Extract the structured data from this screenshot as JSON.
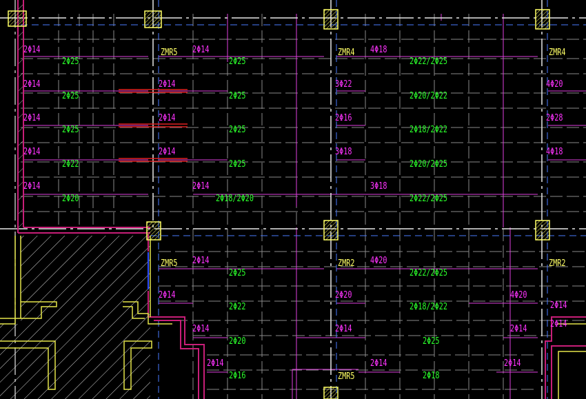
{
  "colors": {
    "background": "#000000",
    "rebar_green": "#2bff2b",
    "rebar_magenta": "#ff33ff",
    "column_yellow": "#ffff66",
    "wall_magenta": "#c81e78",
    "hatch_yellow": "#e6e64a",
    "grid_dashed": "#9a9a9a",
    "axis_blue": "#4a7cff",
    "red_line": "#e02020"
  },
  "labels": {
    "zmr5_a": "ZMR5",
    "zmr4_a": "ZMR4",
    "zmr4_b": "ZMR4",
    "zmr5_b": "ZMR5",
    "zmr2_a": "ZMR2",
    "zmr2_b": "ZMR2",
    "zmr5_c": "ZMR5",
    "m_l1": "2Φ14",
    "m_l2": "2Φ14",
    "m_l3": "2Φ14",
    "m_l4": "2Φ14",
    "m_l5": "2Φ14",
    "g_l1": "2Φ25",
    "g_l2": "2Φ25",
    "g_l3": "2Φ25",
    "g_l4": "2Φ22",
    "g_l5": "2Φ20",
    "m_c1": "2Φ14",
    "m_c2": "2Φ14",
    "m_c3": "2Φ14",
    "m_c4": "2Φ14",
    "m_c5": "2Φ14",
    "g_c1": "2Φ25",
    "g_c2": "2Φ25",
    "g_c3": "2Φ25",
    "g_c4": "2Φ25",
    "g_c5": "2Φ18/2Φ20",
    "m_r1": "4Φ18",
    "m_r2": "3Φ22",
    "m_r3": "2Φ16",
    "m_r4": "3Φ18",
    "m_r5": "3Φ18",
    "g_r1": "2Φ22/2Φ25",
    "g_r2": "2Φ20/2Φ22",
    "g_r3": "2Φ18/2Φ22",
    "g_r4": "2Φ20/2Φ25",
    "g_r5": "2Φ22/2Φ25",
    "m_e1": "4Φ20",
    "m_e2": "2Φ28",
    "m_e3": "4Φ18",
    "m_b1": "2Φ14",
    "m_b2": "2Φ14",
    "m_b3": "2Φ14",
    "m_b4": "2Φ14",
    "g_b1": "2Φ25",
    "g_b2": "2Φ22",
    "g_b3": "2Φ20",
    "g_b4": "2Φ16",
    "m_br1": "4Φ20",
    "m_br2": "2Φ20",
    "m_br3": "2Φ14",
    "m_br4": "2Φ14",
    "g_br1": "2Φ22/2Φ25",
    "g_br2": "2Φ18/2Φ22",
    "g_br3": "2Φ25",
    "g_br4": "2Φ18",
    "m_be1": "4Φ20",
    "m_be2": "2Φ14",
    "m_be3": "2Φ14",
    "m_be4": "2Φ14",
    "m_be5": "2Φ14"
  }
}
